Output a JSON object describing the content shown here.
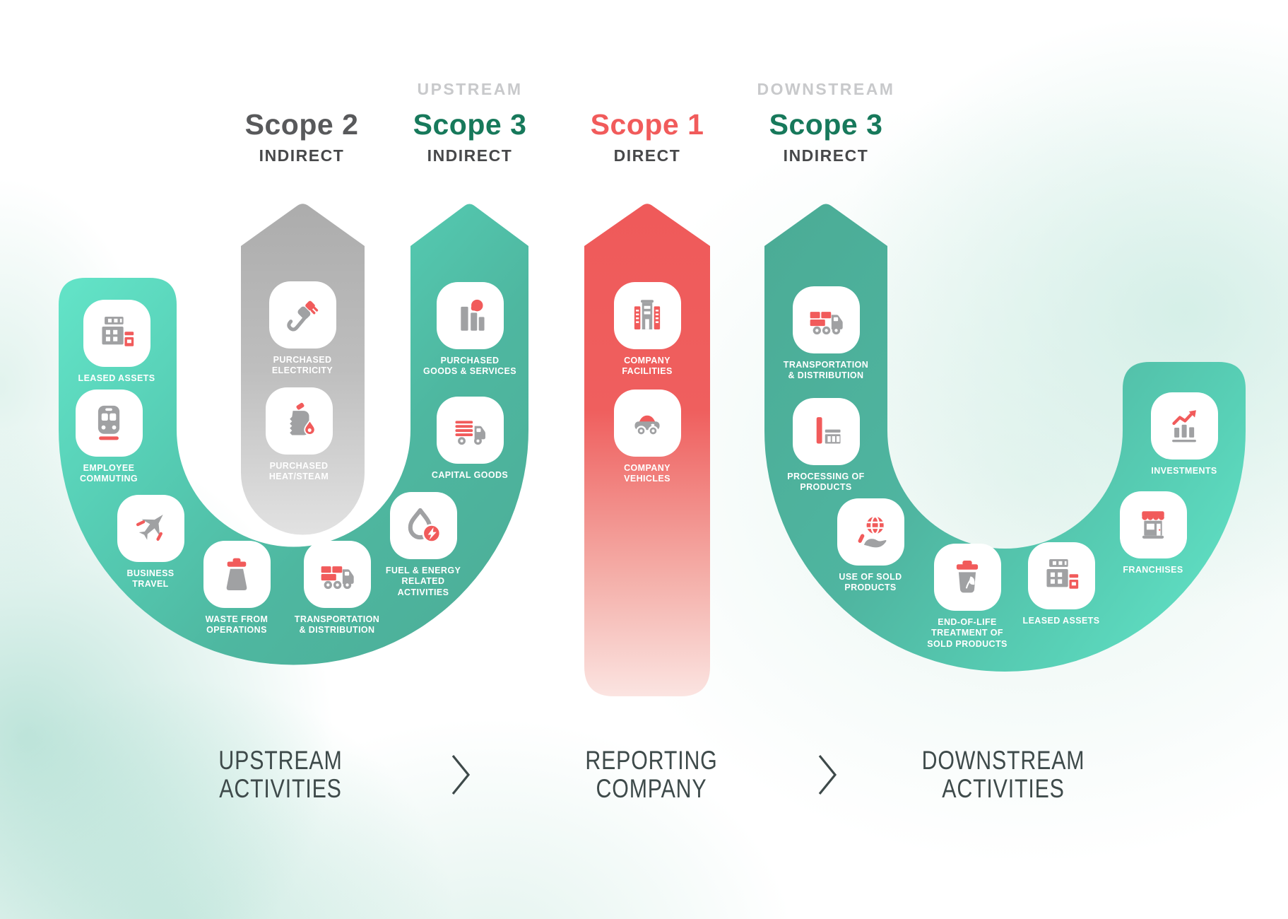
{
  "header": {
    "upstream_tag": "UPSTREAM",
    "downstream_tag": "DOWNSTREAM",
    "scopes": [
      {
        "title": "Scope 2",
        "subtitle": "INDIRECT",
        "color": "#58595B"
      },
      {
        "title": "Scope 3",
        "subtitle": "INDIRECT",
        "color": "#17795B"
      },
      {
        "title": "Scope 1",
        "subtitle": "DIRECT",
        "color": "#F15B5B"
      },
      {
        "title": "Scope 3",
        "subtitle": "INDIRECT",
        "color": "#17795B"
      }
    ]
  },
  "colors": {
    "teal_bright": "#62E3C7",
    "teal": "#4CAD97",
    "gray_arrow_top": "#ACACAC",
    "gray_arrow_bottom": "#E2E2E2",
    "red": "#EF5A5A",
    "red_faded": "#FBE4E1",
    "icon_gray": "#A0A1A3",
    "icon_red": "#F15B5B",
    "scope3_green": "#17795B",
    "tag_gray": "#C8C9CB",
    "footer_text": "#3E4A4A"
  },
  "groups": [
    {
      "id": "upstream-u-band",
      "items": [
        {
          "id": "leased-assets-upstream",
          "label": "LEASED ASSETS",
          "icon": "buildings-icon"
        },
        {
          "id": "employee-commuting",
          "label": "EMPLOYEE\nCOMMUTING",
          "icon": "train-icon"
        },
        {
          "id": "business-travel",
          "label": "BUSINESS\nTRAVEL",
          "icon": "airplane-icon"
        },
        {
          "id": "waste-from-operations",
          "label": "WASTE FROM\nOPERATIONS",
          "icon": "waste-bag-icon"
        },
        {
          "id": "transportation-distribution-upstream",
          "label": "TRANSPORTATION\n& DISTRIBUTION",
          "icon": "delivery-truck-icon"
        }
      ]
    },
    {
      "id": "scope2-arrow",
      "items": [
        {
          "id": "purchased-electricity",
          "label": "PURCHASED\nELECTRICITY",
          "icon": "plug-icon"
        },
        {
          "id": "purchased-heat-steam",
          "label": "PURCHASED\nHEAT/STEAM",
          "icon": "fuel-can-icon"
        }
      ]
    },
    {
      "id": "scope3-upstream-arrow",
      "items": [
        {
          "id": "purchased-goods-services",
          "label": "PURCHASED\nGOODS & SERVICES",
          "icon": "factory-icon"
        },
        {
          "id": "capital-goods",
          "label": "CAPITAL GOODS",
          "icon": "cargo-truck-icon"
        },
        {
          "id": "fuel-energy-activities",
          "label": "FUEL & ENERGY\nRELATED\nACTIVITIES",
          "icon": "water-drop-energy-icon"
        }
      ]
    },
    {
      "id": "scope1-arrow",
      "items": [
        {
          "id": "company-facilities",
          "label": "COMPANY\nFACILITIES",
          "icon": "office-building-icon"
        },
        {
          "id": "company-vehicles",
          "label": "COMPANY\nVEHICLES",
          "icon": "car-icon"
        }
      ]
    },
    {
      "id": "downstream-u-band",
      "items": [
        {
          "id": "transportation-distribution-downstream",
          "label": "TRANSPORTATION\n& DISTRIBUTION",
          "icon": "delivery-truck-icon"
        },
        {
          "id": "processing-of-products",
          "label": "PROCESSING OF\nPRODUCTS",
          "icon": "processing-icon"
        },
        {
          "id": "use-of-sold-products",
          "label": "USE OF SOLD\nPRODUCTS",
          "icon": "globe-hand-icon"
        },
        {
          "id": "end-of-life-treatment",
          "label": "END-OF-LIFE\nTREATMENT OF\nSOLD PRODUCTS",
          "icon": "recycle-bin-icon"
        },
        {
          "id": "leased-assets-downstream",
          "label": "LEASED ASSETS",
          "icon": "buildings-icon"
        },
        {
          "id": "franchises",
          "label": "FRANCHISES",
          "icon": "storefront-icon"
        },
        {
          "id": "investments",
          "label": "INVESTMENTS",
          "icon": "growth-chart-icon"
        }
      ]
    }
  ],
  "footer": {
    "upstream_label": "UPSTREAM\nACTIVITIES",
    "reporting_label": "REPORTING\nCOMPANY",
    "downstream_label": "DOWNSTREAM\nACTIVITIES"
  }
}
